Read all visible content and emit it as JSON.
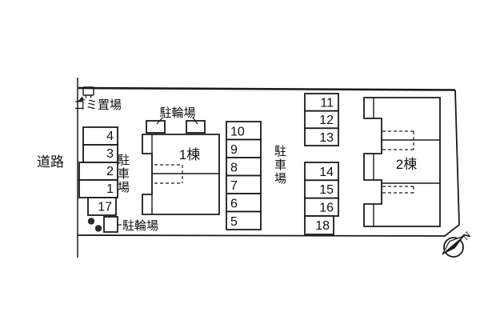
{
  "plan": {
    "road_label": "道路",
    "garbage_area_label": "ゴミ置場",
    "bicycle_parking_top_label": "駐輪場",
    "bicycle_parking_bottom_label": "駐輪場",
    "parking_lot_left_label": "駐車場",
    "parking_lot_right_label": "駐車場",
    "building_1_label": "1棟",
    "building_2_label": "2棟",
    "north_marker_label": "N",
    "stalls": {
      "left_column": [
        "4",
        "3",
        "2",
        "1",
        "17"
      ],
      "middle_column": [
        "10",
        "9",
        "8",
        "7",
        "6",
        "5"
      ],
      "right_upper": [
        "11",
        "12",
        "13"
      ],
      "right_lower": [
        "14",
        "15",
        "16"
      ],
      "right_bottom": [
        "18"
      ]
    },
    "colors": {
      "line": "#1a1a1a",
      "background": "#ffffff"
    }
  }
}
